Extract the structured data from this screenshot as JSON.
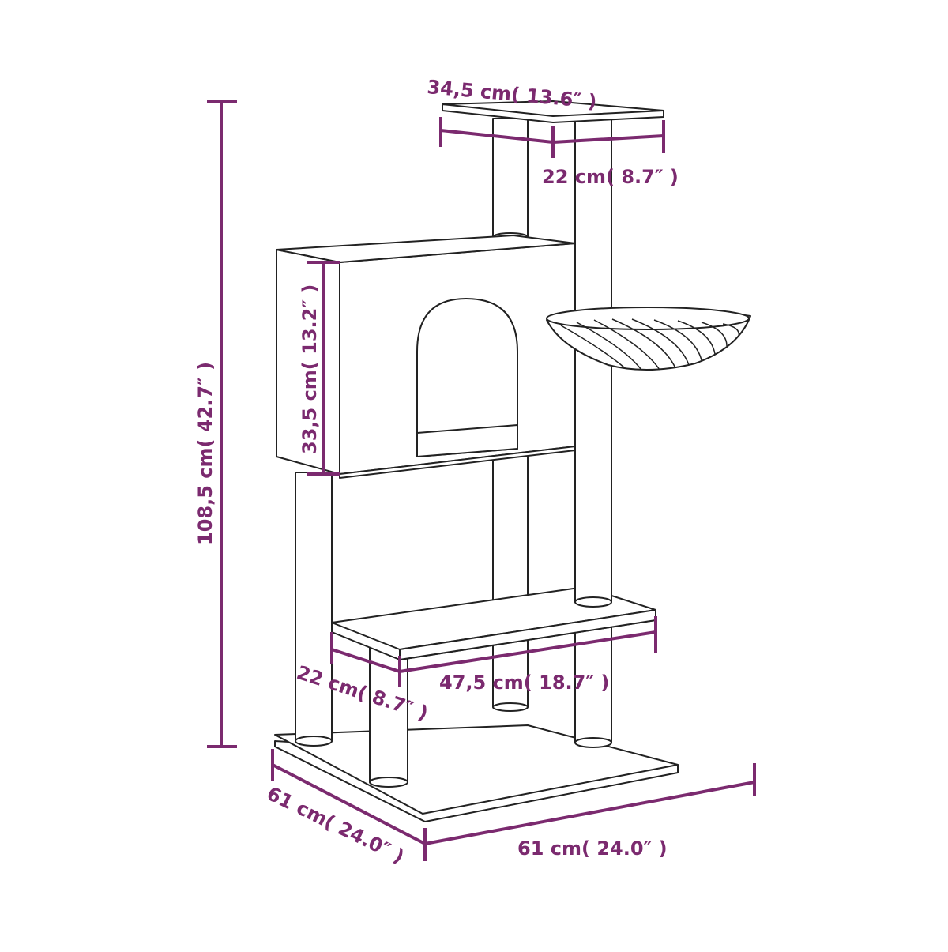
{
  "colors": {
    "dimension": "#7b2a6f",
    "outline": "#222222",
    "fill": "#ffffff"
  },
  "dimensions": {
    "total_height": "108,5 cm( 42.7″ )",
    "top_platform_width": "34,5 cm( 13.6″ )",
    "top_platform_depth": "22 cm( 8.7″ )",
    "condo_height": "33,5 cm( 13.2″ )",
    "mid_platform_width": "47,5 cm( 18.7″ )",
    "mid_platform_depth": "22 cm( 8.7″ )",
    "base_depth": "61 cm( 24.0″ )",
    "base_width": "61 cm( 24.0″ )"
  }
}
